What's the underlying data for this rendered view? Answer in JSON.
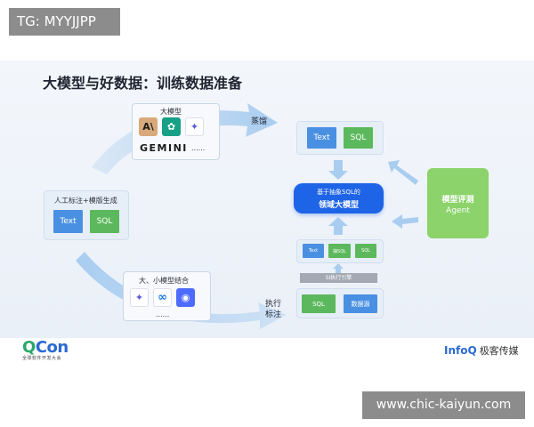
{
  "watermark_tg": "TG: MYYJJPP",
  "watermark_url": "www.chic-kaiyun.com",
  "slide": {
    "title": "大模型与好数据：训练数据准备",
    "big_model": {
      "label": "大模型",
      "gemini": "GEMINI",
      "more": "......"
    },
    "distill_label": "蒸馏",
    "top_right": {
      "text": "Text",
      "sql": "SQL"
    },
    "manual": {
      "label": "人工标注+模版生成",
      "text": "Text",
      "sql": "SQL"
    },
    "core": {
      "line1": "基于抽象SQL的",
      "line2": "领域大模型"
    },
    "agent": {
      "line1": "模型评测",
      "line2": "Agent"
    },
    "small_model": {
      "label": "大、小模型结合",
      "more": "......"
    },
    "exec": {
      "line1": "执行",
      "line2": "标注"
    },
    "bottom_chips": {
      "text": "Text",
      "asql": "抽SQL",
      "sql": "SQL"
    },
    "engine": "SI执行引擎",
    "bottom_right": {
      "sql": "SQL",
      "datasource": "数据源"
    }
  },
  "footer": {
    "qcon_q": "Q",
    "qcon_rest": "Con",
    "qcon_sub": "全球软件开发大会",
    "infoq": "InfoQ",
    "infoq_rest": "极客传媒"
  },
  "colors": {
    "core_blue": "#1e64e6",
    "agent_green": "#8bd36a",
    "chip_blue": "#4a90e2",
    "chip_green": "#5cb85c",
    "arrow_blue": "#a9cdf0"
  }
}
